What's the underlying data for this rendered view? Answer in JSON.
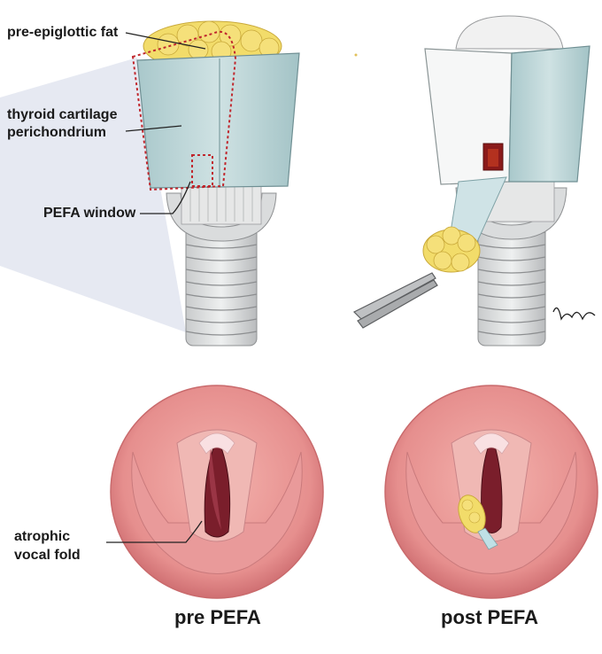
{
  "labels": {
    "pre_epiglottic_fat": "pre-epiglottic fat",
    "thyroid_line1": "thyroid cartilage",
    "thyroid_line2": "perichondrium",
    "pefa_window": "PEFA window",
    "atrophic_line1": "atrophic",
    "atrophic_line2": "vocal fold"
  },
  "captions": {
    "pre": "pre PEFA",
    "post": "post PEFA"
  },
  "colors": {
    "cartilage": "#bcd6d8",
    "fat": "#f2dc6a",
    "mucosa": "#e59090",
    "airway": "#7a1e2b",
    "dashed_outline": "#c0272d"
  }
}
